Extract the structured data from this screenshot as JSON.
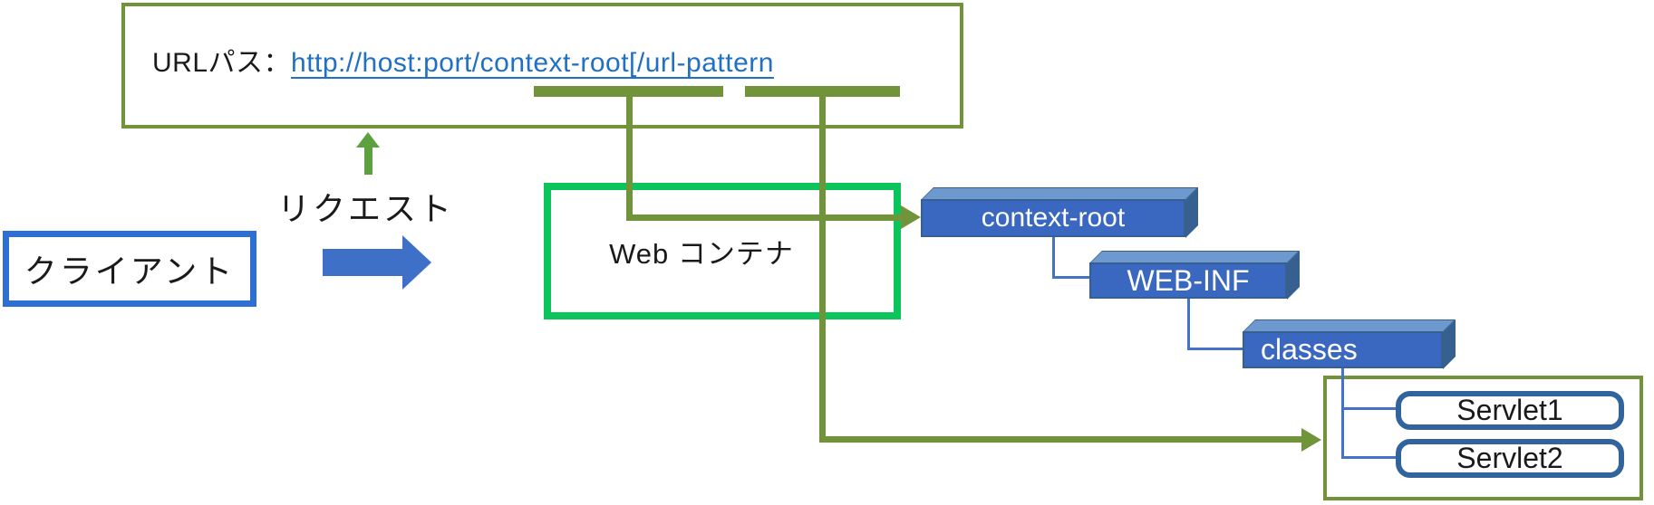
{
  "url_box": {
    "prefix_label": "URLパス：",
    "link_text": "http://host:port/context-root[/url-pattern"
  },
  "request": {
    "label": "リクエスト"
  },
  "client": {
    "label": "クライアント"
  },
  "web_container": {
    "label": "Web コンテナ"
  },
  "tree": {
    "nodes": [
      {
        "label": "context-root"
      },
      {
        "label": "WEB-INF"
      },
      {
        "label": "classes"
      }
    ]
  },
  "servlets": {
    "items": [
      {
        "label": "Servlet1"
      },
      {
        "label": "Servlet2"
      }
    ]
  },
  "colors": {
    "olive": "#71943A",
    "bright_green": "#0BC45C",
    "arrow_green": "#5CA13E",
    "client_border_blue": "#2E6FD4",
    "block_arrow_blue": "#3E70C8",
    "box_front_blue": "#3A68C0",
    "box_top_blue": "#6D99CE",
    "box_side_blue": "#35608F",
    "connector_blue": "#4472C4",
    "servlet_border_blue": "#31639C",
    "link_blue": "#2070C3",
    "text_black": "#1a1a1a"
  }
}
